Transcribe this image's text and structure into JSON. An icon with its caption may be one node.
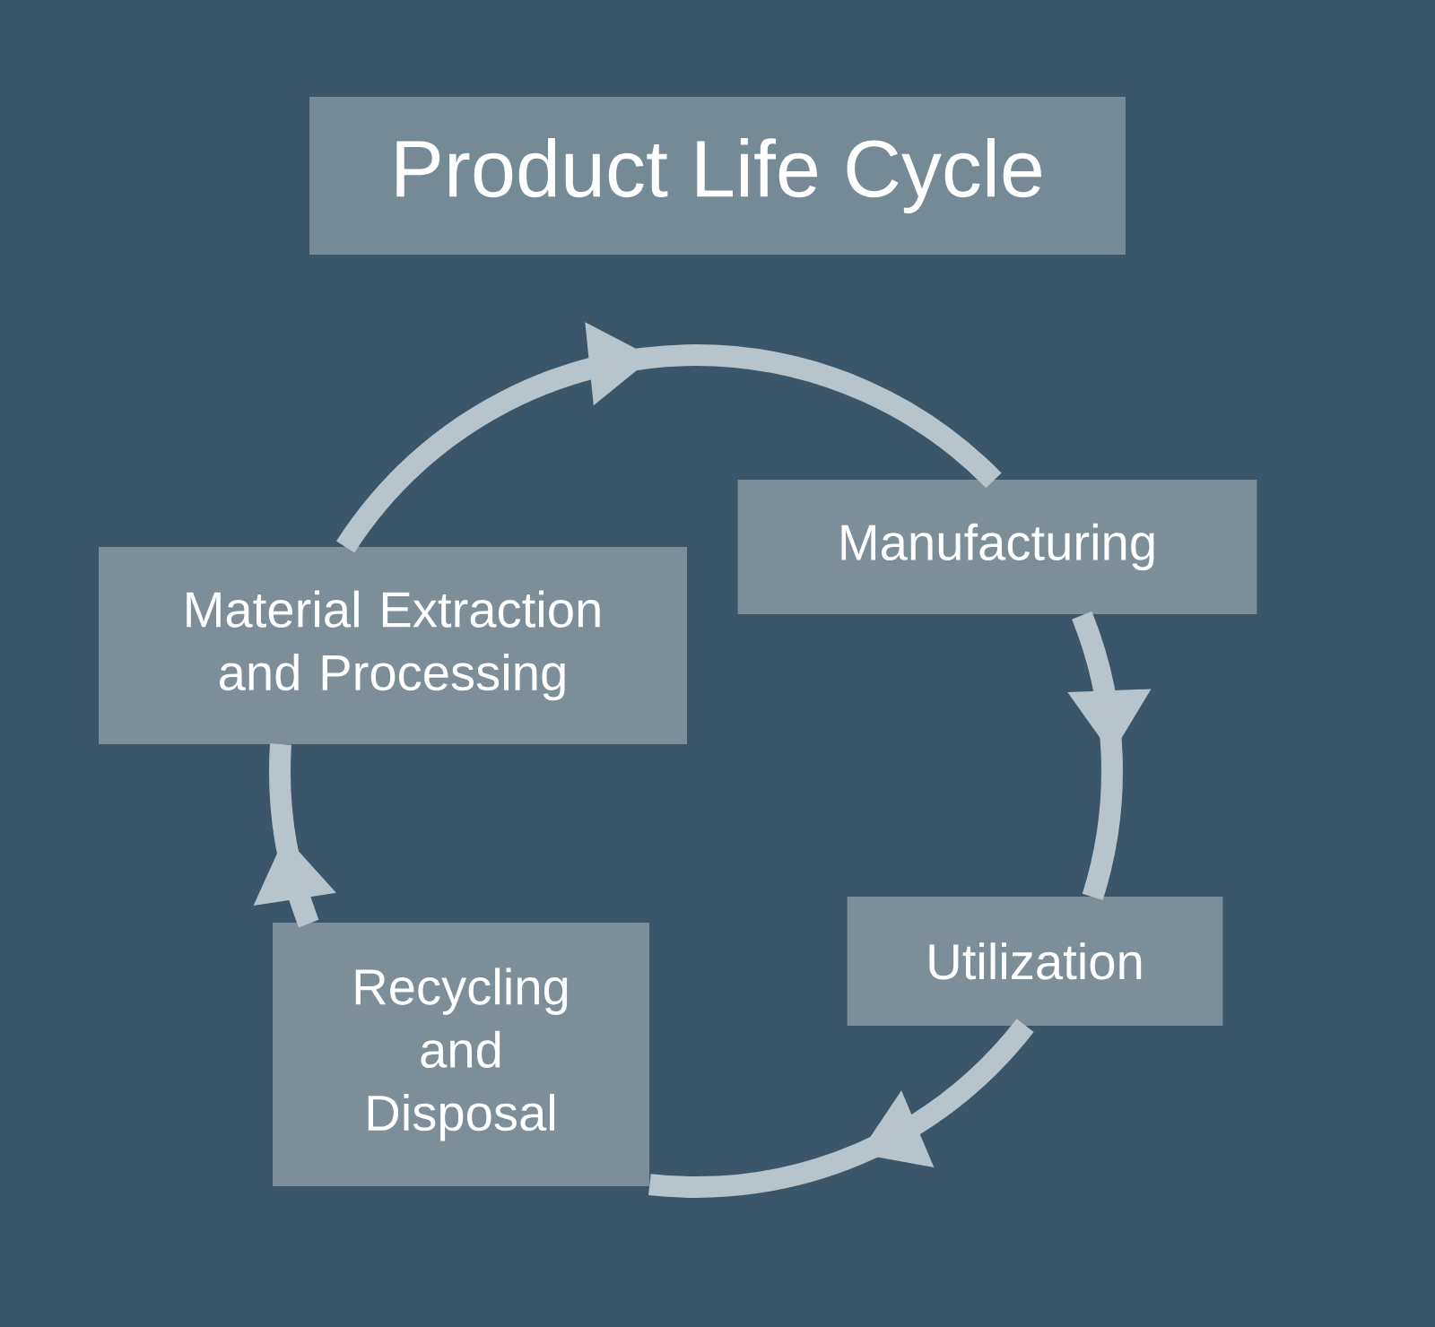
{
  "diagram": {
    "title": "Product Life Cycle",
    "nodes": [
      {
        "text": [
          "Manufacturing"
        ]
      },
      {
        "text": [
          "Utilization"
        ]
      },
      {
        "text": [
          "Recycling and Disposal"
        ]
      },
      {
        "text": [
          "Material Extraction and Processing"
        ]
      }
    ],
    "edges": [
      {
        "from": 3,
        "to": 0,
        "arrow": "to"
      },
      {
        "from": 0,
        "to": 1,
        "arrow": "to"
      },
      {
        "from": 1,
        "to": 2,
        "arrow": "to"
      },
      {
        "from": 2,
        "to": 3,
        "arrow": "to"
      }
    ]
  }
}
